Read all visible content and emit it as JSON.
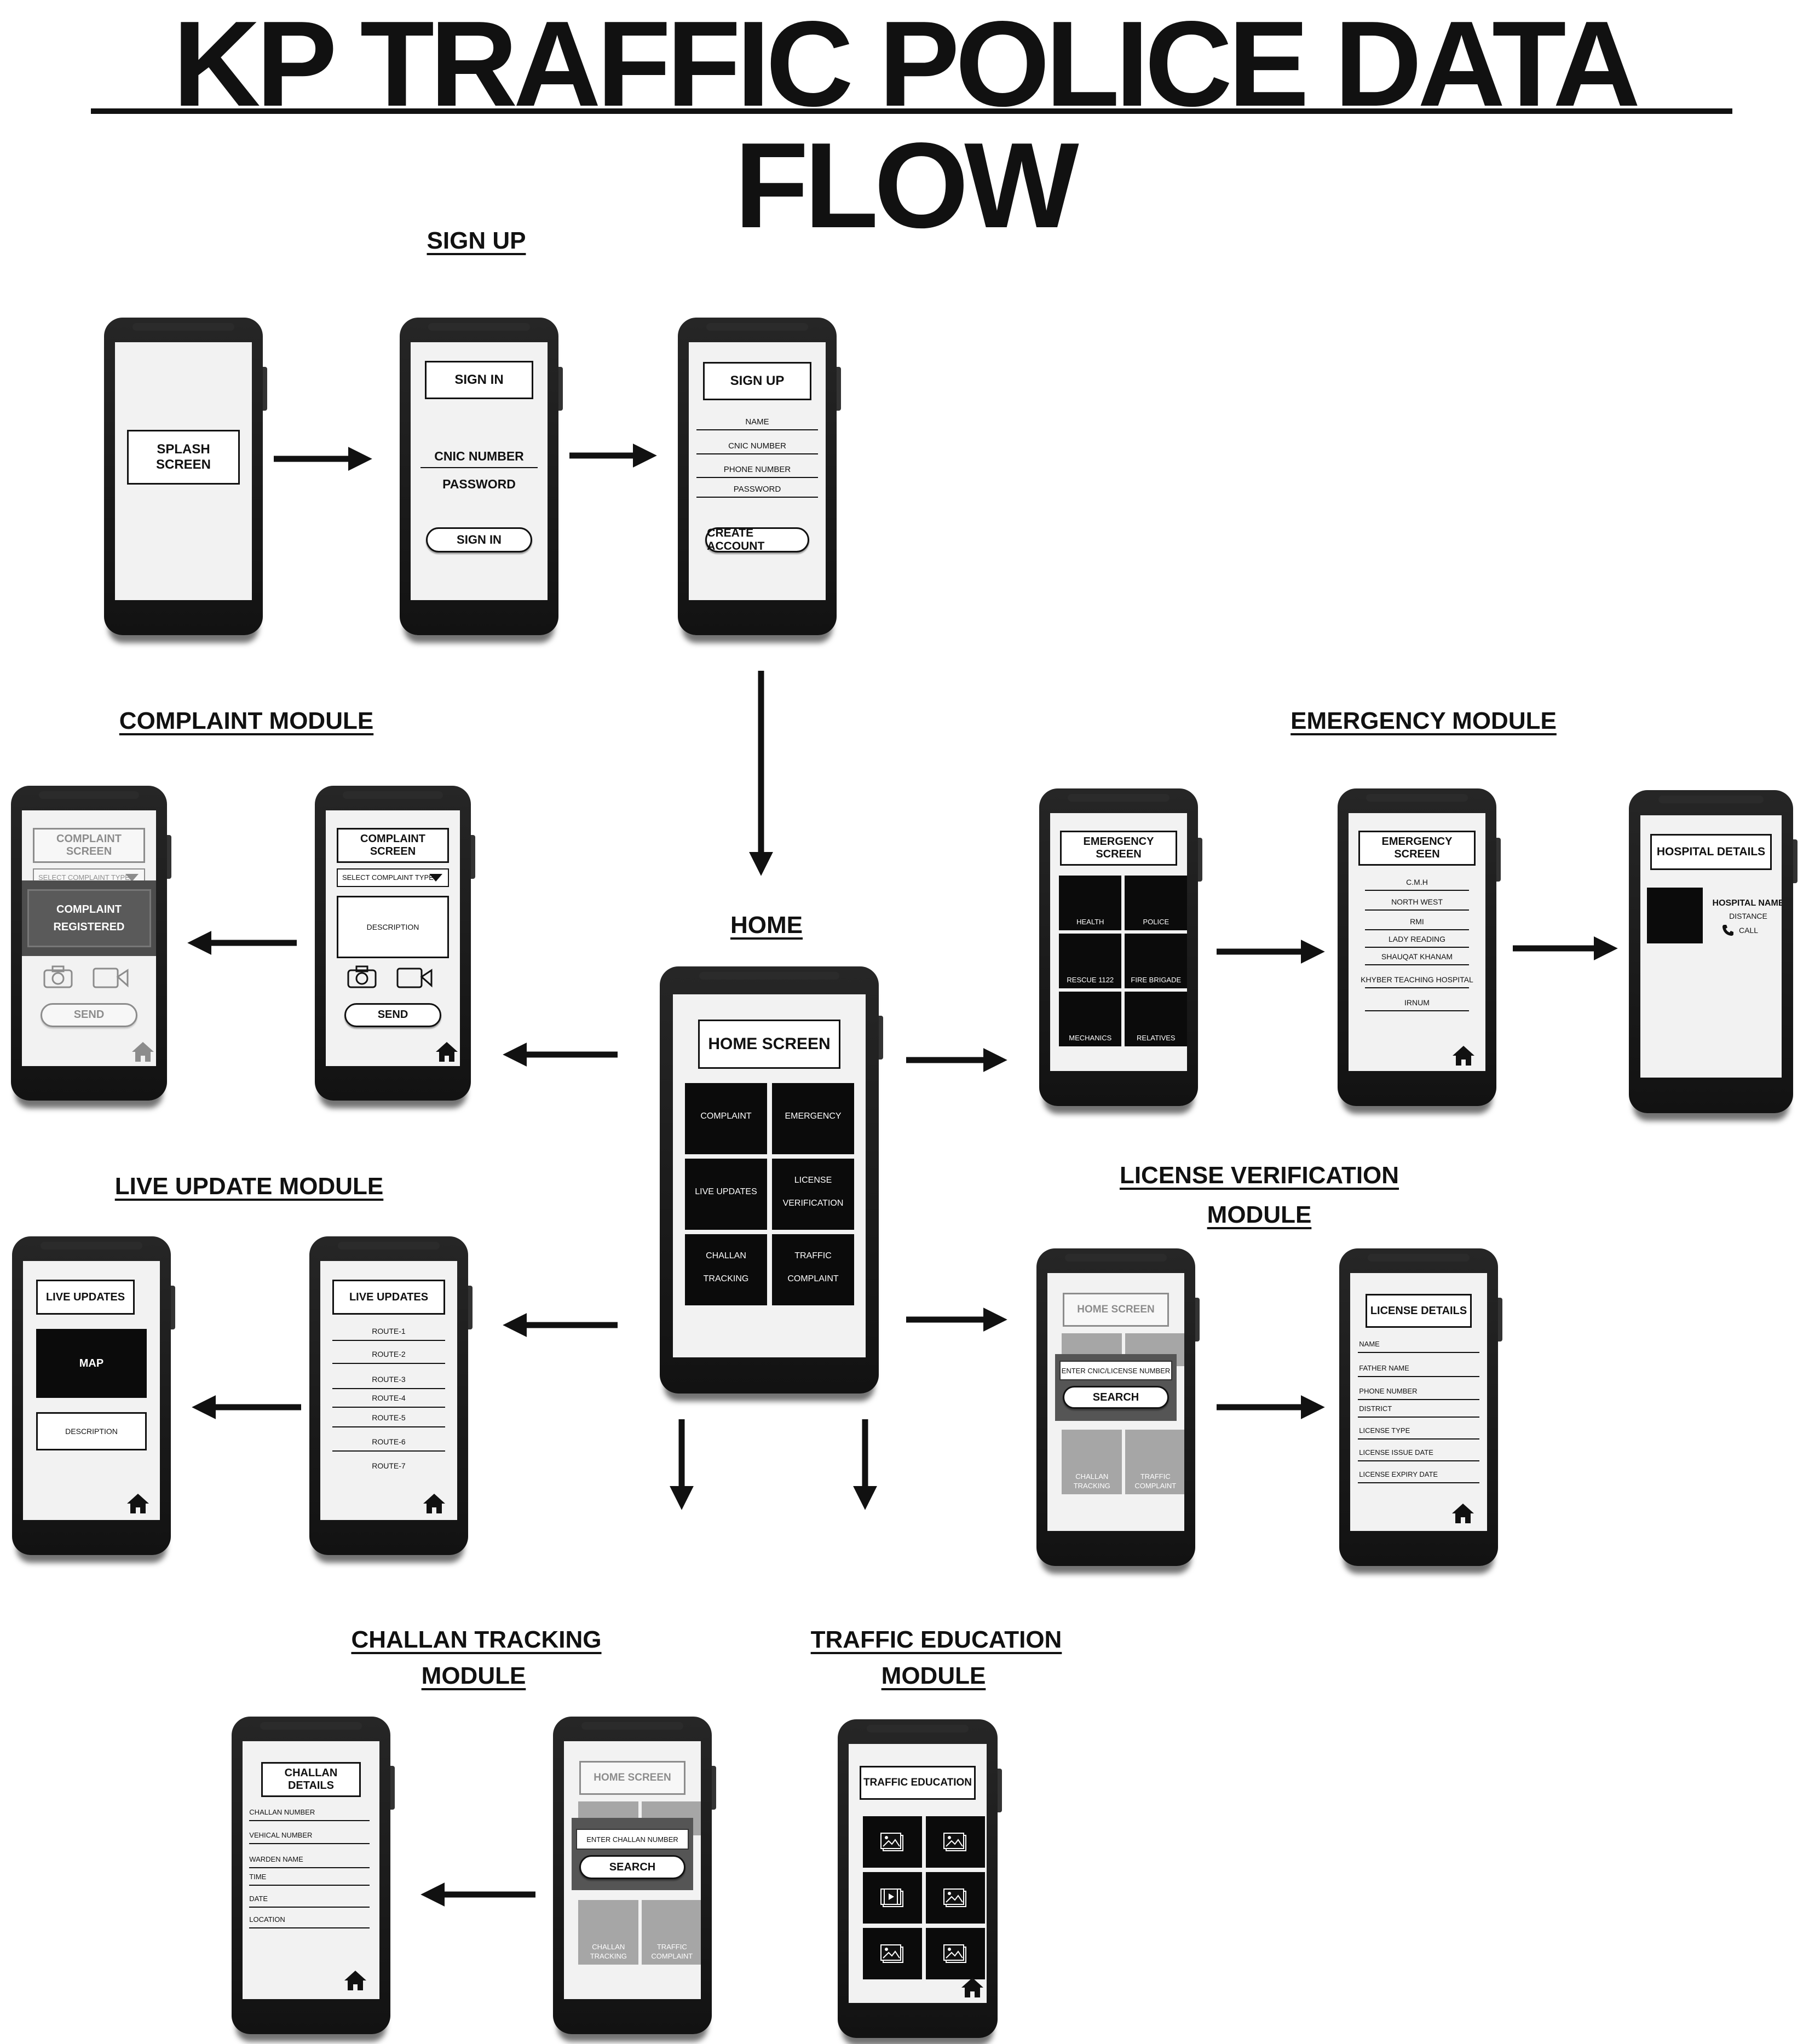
{
  "title": "KP TRAFFIC POLICE DATA FLOW",
  "sections": {
    "signup": "SIGN UP",
    "complaint": "COMPLAINT MODULE",
    "emergency": "EMERGENCY MODULE",
    "home": "HOME",
    "live": "LIVE UPDATE MODULE",
    "license_1": "LICENSE VERIFICATION",
    "license_2": "MODULE",
    "challan_1": "CHALLAN TRACKING",
    "challan_2": "MODULE",
    "education_1": "TRAFFIC EDUCATION",
    "education_2": "MODULE"
  },
  "splash": {
    "label": "SPLASH SCREEN"
  },
  "signin": {
    "title": "SIGN IN",
    "cnic": "CNIC NUMBER",
    "password": "PASSWORD",
    "button": "SIGN IN"
  },
  "signup_screen": {
    "title": "SIGN UP",
    "fields": [
      "NAME",
      "CNIC NUMBER",
      "PHONE NUMBER",
      "PASSWORD"
    ],
    "button": "CREATE ACCOUNT"
  },
  "home_screen": {
    "title": "HOME SCREEN",
    "tiles": [
      [
        "COMPLAINT"
      ],
      [
        "EMERGENCY"
      ],
      [
        "LIVE UPDATES"
      ],
      [
        "LICENSE",
        "VERIFICATION"
      ],
      [
        "CHALLAN",
        "TRACKING"
      ],
      [
        "TRAFFIC",
        "COMPLAINT"
      ]
    ]
  },
  "complaint_screen": {
    "title": "COMPLAINT SCREEN",
    "select": "SELECT COMPLAINT TYPE",
    "description": "DESCRIPTION",
    "button": "SEND"
  },
  "complaint_registered": {
    "title": "COMPLAINT SCREEN",
    "select": "SELECT COMPLAINT TYPE",
    "popup_1": "COMPLAINT",
    "popup_2": "REGISTERED",
    "button": "SEND"
  },
  "emergency_screen": {
    "title": "EMERGENCY SCREEN",
    "tiles": [
      "HEALTH",
      "POLICE",
      "RESCUE 1122",
      "FIRE BRIGADE",
      "MECHANICS",
      "RELATIVES"
    ]
  },
  "emergency_list": {
    "title": "EMERGENCY SCREEN",
    "items": [
      "C.M.H",
      "NORTH WEST",
      "RMI",
      "LADY READING",
      "SHAUQAT KHANAM",
      "KHYBER TEACHING HOSPITAL",
      "IRNUM"
    ]
  },
  "hospital": {
    "title": "HOSPITAL DETAILS",
    "name": "HOSPITAL NAME",
    "distance": "DISTANCE",
    "call": "CALL"
  },
  "live_updates": {
    "title": "LIVE UPDATES",
    "routes": [
      "ROUTE-1",
      "ROUTE-2",
      "ROUTE-3",
      "ROUTE-4",
      "ROUTE-5",
      "ROUTE-6",
      "ROUTE-7"
    ]
  },
  "live_map": {
    "title": "LIVE UPDATES",
    "map": "MAP",
    "description": "DESCRIPTION"
  },
  "license_search": {
    "title": "HOME SCREEN",
    "input": "ENTER CNIC/LICENSE NUMBER",
    "button": "SEARCH",
    "tile_a_1": "CHALLAN",
    "tile_a_2": "TRACKING",
    "tile_b_1": "TRAFFIC",
    "tile_b_2": "COMPLAINT"
  },
  "license_details": {
    "title": "LICENSE DETAILS",
    "fields": [
      "NAME",
      "FATHER NAME",
      "PHONE NUMBER",
      "DISTRICT",
      "LICENSE TYPE",
      "LICENSE ISSUE DATE",
      "LICENSE EXPIRY DATE"
    ]
  },
  "challan_search": {
    "title": "HOME SCREEN",
    "input": "ENTER CHALLAN NUMBER",
    "button": "SEARCH",
    "tile_a_1": "CHALLAN",
    "tile_a_2": "TRACKING",
    "tile_b_1": "TRAFFIC",
    "tile_b_2": "COMPLAINT"
  },
  "challan_details": {
    "title": "CHALLAN DETAILS",
    "fields": [
      "CHALLAN NUMBER",
      "VEHICAL NUMBER",
      "WARDEN NAME",
      "TIME",
      "DATE",
      "LOCATION"
    ]
  },
  "education": {
    "title": "TRAFFIC EDUCATION",
    "tiles": [
      "image-icon",
      "image-icon",
      "video-icon",
      "image-icon",
      "image-icon",
      "image-icon"
    ]
  }
}
